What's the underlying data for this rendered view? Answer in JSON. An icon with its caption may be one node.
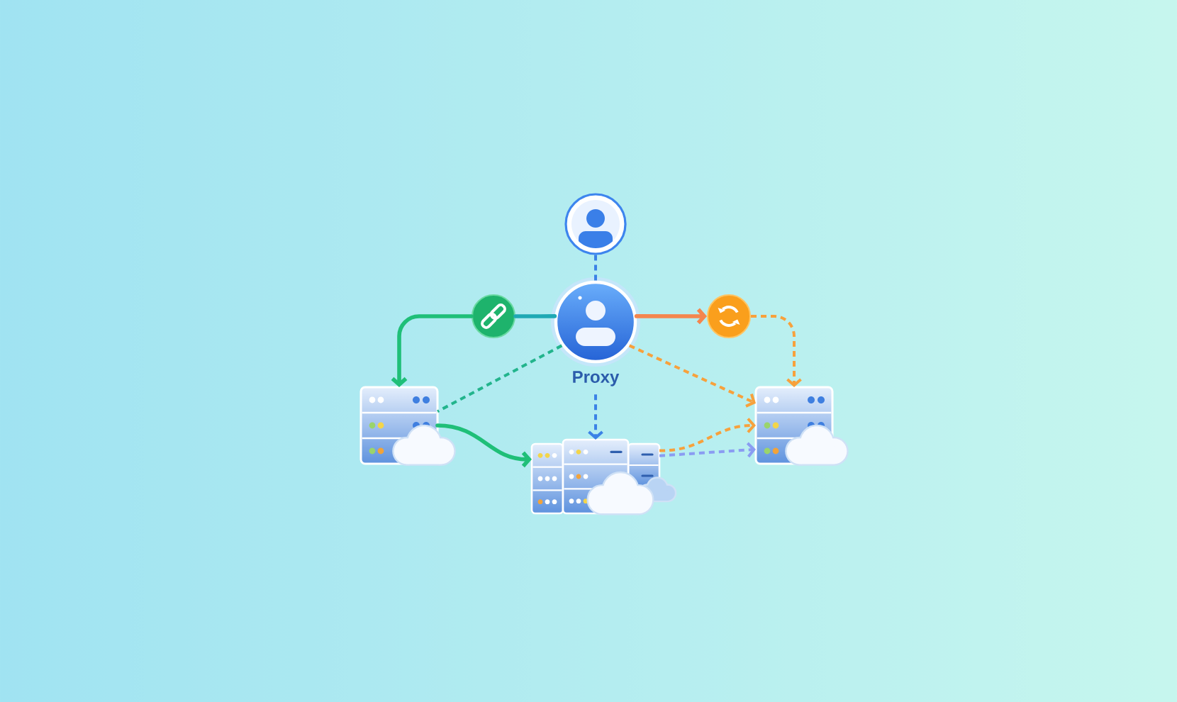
{
  "diagram": {
    "nodes": [
      {
        "text": [],
        "shape": "person"
      },
      {
        "text": [
          "Proxy"
        ]
      },
      {
        "text": [],
        "shape": "circle"
      },
      {
        "text": [],
        "shape": "circle"
      },
      {
        "text": [],
        "shape": "picture"
      },
      {
        "text": [],
        "shape": "picture"
      },
      {
        "text": [],
        "shape": "picture"
      }
    ],
    "edges": [
      {
        "from": 0,
        "to": 1,
        "arrow": "none",
        "style": "dashed",
        "color": "#3b82e6"
      },
      {
        "from": 1,
        "to": 2,
        "arrow": "none",
        "color": "#1fa9b4"
      },
      {
        "from": 2,
        "to": 4,
        "arrow": "to",
        "color": "#1fbf78"
      },
      {
        "from": 1,
        "to": 3,
        "arrow": "to",
        "color": "#f4864e"
      },
      {
        "from": 3,
        "to": 6,
        "arrow": "to",
        "style": "dashed"
      },
      {
        "from": 1,
        "to": 4,
        "arrow": "none",
        "style": "dashed",
        "color": "#22b48c"
      },
      {
        "from": 1,
        "to": 6,
        "arrow": "to",
        "style": "dashed"
      },
      {
        "from": 1,
        "to": 5,
        "arrow": "to",
        "style": "dashed",
        "color": "#3b82e6"
      },
      {
        "from": 4,
        "to": 5,
        "arrow": "to",
        "color": "#1fbf78"
      },
      {
        "from": 5,
        "to": 6,
        "arrow": "to",
        "style": "dashed"
      },
      {
        "from": 5,
        "to": 6,
        "arrow": "to",
        "style": "dashed",
        "color": "#8a9cf2"
      }
    ]
  }
}
